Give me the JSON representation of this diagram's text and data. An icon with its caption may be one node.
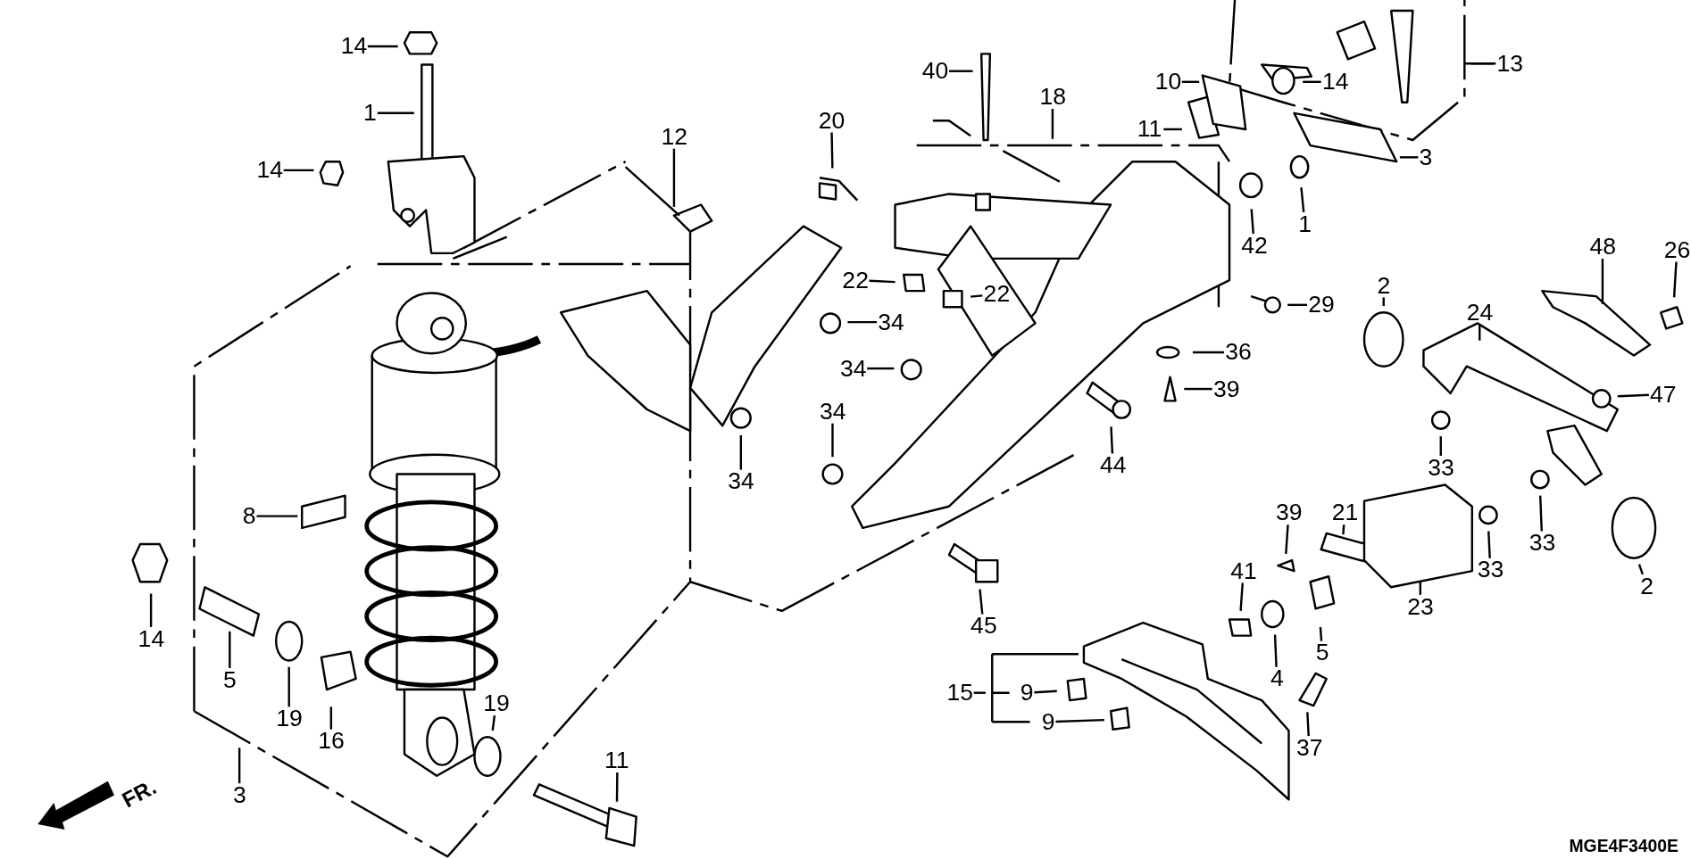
{
  "diagram": {
    "nodes": [
      {
        "text": [
          "14"
        ]
      },
      {
        "text": [
          "1"
        ]
      },
      {
        "text": [
          "14"
        ]
      },
      {
        "text": [
          "12"
        ]
      },
      {
        "text": [
          "8"
        ]
      },
      {
        "text": [
          "14"
        ]
      },
      {
        "text": [
          "5"
        ]
      },
      {
        "text": [
          "19"
        ]
      },
      {
        "text": [
          "16"
        ]
      },
      {
        "text": [
          "19"
        ]
      },
      {
        "text": [
          "3"
        ]
      },
      {
        "text": [
          "11"
        ]
      },
      {
        "text": [
          "40"
        ]
      },
      {
        "text": [
          "20"
        ]
      },
      {
        "text": [
          "18"
        ]
      },
      {
        "text": [
          "10"
        ]
      },
      {
        "text": [
          "11"
        ]
      },
      {
        "text": [
          "14"
        ]
      },
      {
        "text": [
          "13"
        ]
      },
      {
        "text": [
          "3"
        ]
      },
      {
        "text": [
          "42"
        ]
      },
      {
        "text": [
          "1"
        ]
      },
      {
        "text": [
          "22"
        ]
      },
      {
        "text": [
          "22"
        ]
      },
      {
        "text": [
          "34"
        ]
      },
      {
        "text": [
          "29"
        ]
      },
      {
        "text": [
          "34"
        ]
      },
      {
        "text": [
          "36"
        ]
      },
      {
        "text": [
          "39"
        ]
      },
      {
        "text": [
          "34"
        ]
      },
      {
        "text": [
          "34"
        ]
      },
      {
        "text": [
          "44"
        ]
      },
      {
        "text": [
          "48"
        ]
      },
      {
        "text": [
          "26"
        ]
      },
      {
        "text": [
          "2"
        ]
      },
      {
        "text": [
          "24"
        ]
      },
      {
        "text": [
          "47"
        ]
      },
      {
        "text": [
          "33"
        ]
      },
      {
        "text": [
          "33"
        ]
      },
      {
        "text": [
          "33"
        ]
      },
      {
        "text": [
          "2"
        ]
      },
      {
        "text": [
          "21"
        ]
      },
      {
        "text": [
          "39"
        ]
      },
      {
        "text": [
          "23"
        ]
      },
      {
        "text": [
          "41"
        ]
      },
      {
        "text": [
          "45"
        ]
      },
      {
        "text": [
          "4"
        ]
      },
      {
        "text": [
          "5"
        ]
      },
      {
        "text": [
          "15"
        ]
      },
      {
        "text": [
          "9"
        ]
      },
      {
        "text": [
          "9"
        ]
      },
      {
        "text": [
          "37"
        ]
      }
    ],
    "edges": [
      {
        "from": 0,
        "to": null,
        "arrow": "none"
      },
      {
        "from": 1,
        "to": null,
        "arrow": "none"
      },
      {
        "from": 2,
        "to": null,
        "arrow": "none"
      },
      {
        "from": 3,
        "to": null,
        "arrow": "none"
      },
      {
        "from": 4,
        "to": null,
        "arrow": "none"
      },
      {
        "from": 5,
        "to": null,
        "arrow": "none"
      },
      {
        "from": 6,
        "to": null,
        "arrow": "none"
      },
      {
        "from": 7,
        "to": null,
        "arrow": "none"
      },
      {
        "from": 8,
        "to": null,
        "arrow": "none"
      },
      {
        "from": 9,
        "to": null,
        "arrow": "none"
      },
      {
        "from": 10,
        "to": null,
        "arrow": "none"
      },
      {
        "from": 11,
        "to": null,
        "arrow": "none"
      },
      {
        "from": 12,
        "to": null,
        "arrow": "none"
      },
      {
        "from": 13,
        "to": null,
        "arrow": "none"
      },
      {
        "from": 14,
        "to": null,
        "arrow": "none"
      },
      {
        "from": 15,
        "to": null,
        "arrow": "none"
      },
      {
        "from": 16,
        "to": null,
        "arrow": "none"
      },
      {
        "from": 17,
        "to": null,
        "arrow": "none"
      },
      {
        "from": 18,
        "to": null,
        "arrow": "none"
      },
      {
        "from": 19,
        "to": null,
        "arrow": "none"
      },
      {
        "from": 20,
        "to": null,
        "arrow": "none"
      },
      {
        "from": 21,
        "to": null,
        "arrow": "none"
      },
      {
        "from": 22,
        "to": null,
        "arrow": "none"
      },
      {
        "from": 23,
        "to": null,
        "arrow": "none"
      },
      {
        "from": 24,
        "to": null,
        "arrow": "none"
      },
      {
        "from": 25,
        "to": null,
        "arrow": "none"
      },
      {
        "from": 26,
        "to": null,
        "arrow": "none"
      },
      {
        "from": 27,
        "to": null,
        "arrow": "none"
      },
      {
        "from": 28,
        "to": null,
        "arrow": "none"
      },
      {
        "from": 29,
        "to": null,
        "arrow": "none"
      },
      {
        "from": 30,
        "to": null,
        "arrow": "none"
      },
      {
        "from": 31,
        "to": null,
        "arrow": "none"
      },
      {
        "from": 32,
        "to": null,
        "arrow": "none"
      },
      {
        "from": 33,
        "to": null,
        "arrow": "none"
      },
      {
        "from": 34,
        "to": null,
        "arrow": "none"
      },
      {
        "from": 35,
        "to": null,
        "arrow": "none"
      },
      {
        "from": 36,
        "to": null,
        "arrow": "none"
      },
      {
        "from": 37,
        "to": null,
        "arrow": "none"
      },
      {
        "from": 38,
        "to": null,
        "arrow": "none"
      },
      {
        "from": 39,
        "to": null,
        "arrow": "none"
      },
      {
        "from": 40,
        "to": null,
        "arrow": "none"
      },
      {
        "from": 41,
        "to": null,
        "arrow": "none"
      },
      {
        "from": 42,
        "to": null,
        "arrow": "none"
      },
      {
        "from": 43,
        "to": null,
        "arrow": "none"
      },
      {
        "from": 44,
        "to": null,
        "arrow": "none"
      },
      {
        "from": 45,
        "to": null,
        "arrow": "none"
      },
      {
        "from": 46,
        "to": null,
        "arrow": "none"
      },
      {
        "from": 47,
        "to": null,
        "arrow": "none"
      },
      {
        "from": 48,
        "to": null,
        "arrow": "none"
      },
      {
        "from": 49,
        "to": null,
        "arrow": "none"
      },
      {
        "from": 50,
        "to": null,
        "arrow": "none"
      },
      {
        "from": 51,
        "to": null,
        "arrow": "none"
      }
    ],
    "labels": [
      "FR.",
      "MGE4F3400E"
    ]
  }
}
